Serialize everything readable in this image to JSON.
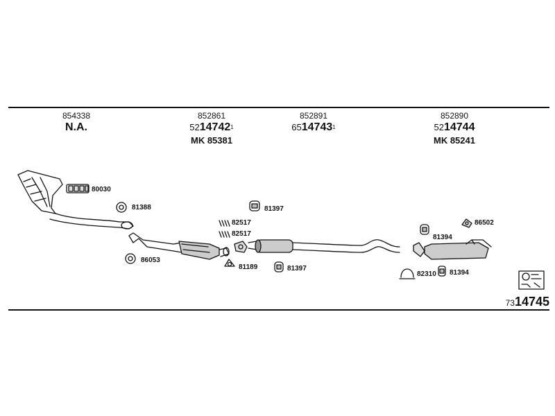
{
  "columns": [
    {
      "part_no": "854338",
      "ref_prefix": "",
      "ref_main": "N.A.",
      "ref_sup": "",
      "mk": ""
    },
    {
      "part_no": "852861",
      "ref_prefix": "52",
      "ref_main": "14742",
      "ref_sup": "1",
      "mk": "MK 85381"
    },
    {
      "part_no": "852891",
      "ref_prefix": "65",
      "ref_main": "14743",
      "ref_sup": "1",
      "mk": ""
    },
    {
      "part_no": "852890",
      "ref_prefix": "52",
      "ref_main": "14744",
      "ref_sup": "",
      "mk": "MK 85241"
    }
  ],
  "labels": {
    "l80030": "80030",
    "l81388": "81388",
    "l86053": "86053",
    "l82517a": "82517",
    "l82517b": "82517",
    "l81397a": "81397",
    "l81397b": "81397",
    "l81189": "81189",
    "l81394a": "81394",
    "l81394b": "81394",
    "l86502": "86502",
    "l82310": "82310"
  },
  "total": {
    "prefix": "73",
    "main": "14745"
  },
  "colors": {
    "ink": "#111111",
    "fill": "#bbbbbb",
    "light": "#dddddd"
  }
}
